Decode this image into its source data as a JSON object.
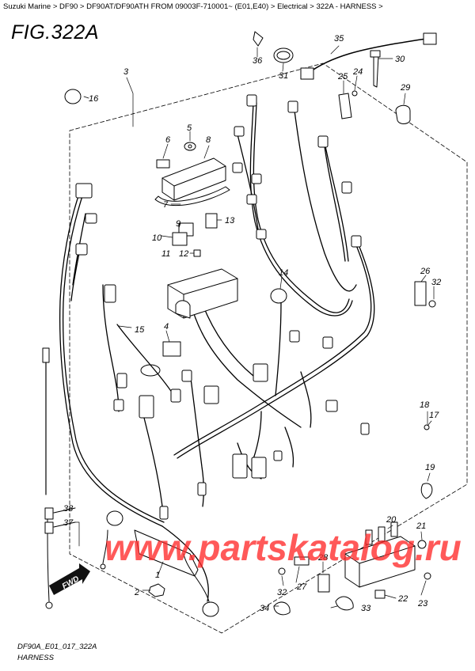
{
  "breadcrumb": {
    "items": [
      "Suzuki Marine",
      "DF90",
      "DF90AT/DF90ATH FROM 09003F-710001~ (E01,E40)",
      "Electrical",
      "322A - HARNESS"
    ],
    "separator": ">"
  },
  "figure": {
    "title": "FIG.322A"
  },
  "watermark": {
    "text": "www.partskatalog.ru",
    "color": "#ff2a2a"
  },
  "fwd_label": "FWD",
  "footer": {
    "code": "DF90A_E01_017_322A",
    "name": "HARNESS"
  },
  "parts": {
    "p1": "1",
    "p2": "2",
    "p3": "3",
    "p4": "4",
    "p5": "5",
    "p6": "6",
    "p7": "7",
    "p8": "8",
    "p9": "9",
    "p10": "10",
    "p11": "11",
    "p12": "12",
    "p13": "13",
    "p14": "14",
    "p15": "15",
    "p16": "16",
    "p17": "17",
    "p18": "18",
    "p19": "19",
    "p20": "20",
    "p21": "21",
    "p22": "22",
    "p23": "23",
    "p24": "24",
    "p25": "25",
    "p26": "26",
    "p27": "27",
    "p28": "28",
    "p29": "29",
    "p30": "30",
    "p31": "31",
    "p32": "32",
    "p33": "33",
    "p34": "34",
    "p35": "35",
    "p36": "36",
    "p37": "37",
    "p38": "38",
    "p32b": "32"
  }
}
